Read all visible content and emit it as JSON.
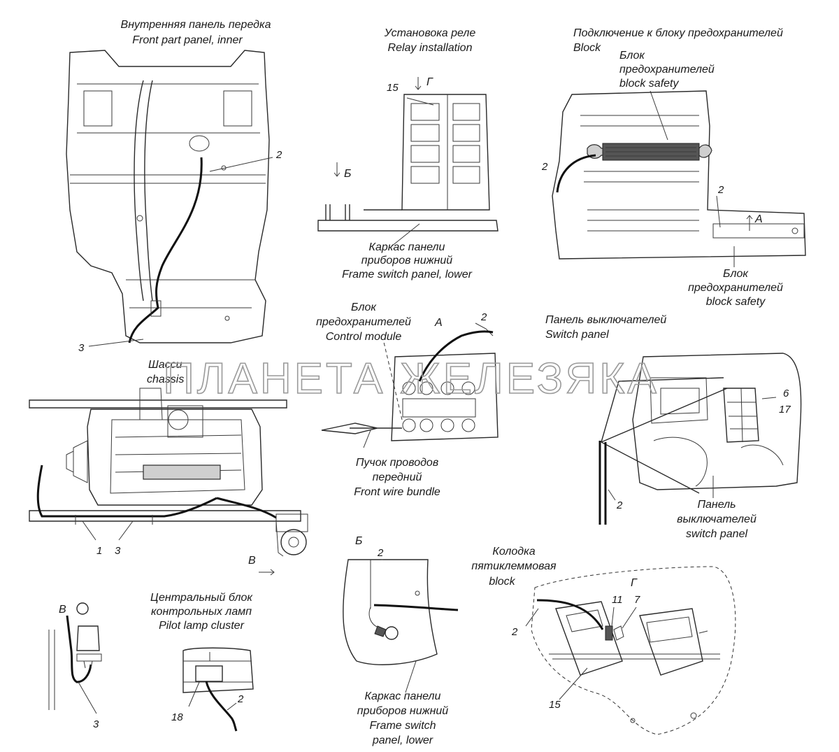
{
  "views": {
    "front_panel": {
      "title_ru": "Внутренняя панель передка",
      "title_en": "Front part panel, inner"
    },
    "relay": {
      "title_ru": "Установока реле",
      "title_en": "Relay installation"
    },
    "fuse_block": {
      "title_ru": "Подключение к блоку предохранителей",
      "title_en": "Block"
    },
    "chassis": {
      "title_ru": "Шасси",
      "title_en": "chassis"
    },
    "pilot_lamp": {
      "title_ru": "Центральный блок",
      "title_ru2": "контрольных ламп",
      "title_en": "Pilot lamp cluster"
    },
    "switch_panel": {
      "title_ru": "Панель выключателей",
      "title_en": "Switch panel"
    },
    "five_pin": {
      "title_ru": "Колодка",
      "title_ru2": "пятиклеммовая",
      "title_en": "block"
    }
  },
  "labels": {
    "fuse_block_top": [
      "Блок",
      "предохранителей",
      "block safety"
    ],
    "fuse_block_bottom": [
      "Блок",
      "предохранителей",
      "block safety"
    ],
    "frame_lower_relay": [
      "Каркас панели",
      "приборов нижний",
      "Frame switch panel, lower"
    ],
    "control_module": [
      "Блок",
      "предохранителей",
      "Control module"
    ],
    "front_bundle": [
      "Пучок проводов",
      "передний",
      "Front wire bundle"
    ],
    "switch_panel_lower": [
      "Панель",
      "выключателей",
      "switch panel"
    ],
    "frame_lower_b": [
      "Каркас панели",
      "приборов нижний",
      "Frame switch",
      "panel, lower"
    ]
  },
  "view_letters": {
    "A1": "А",
    "A2": "А",
    "B1": "Б",
    "B2": "Б",
    "V1": "В",
    "V2": "В",
    "G1": "Г",
    "G2": "Г"
  },
  "callouts": {
    "n2_front": "2",
    "n3_front": "3",
    "n15_relay": "15",
    "n2_fuse": "2",
    "n2_fuse_b": "2",
    "n2_ctrl": "2",
    "n6": "6",
    "n17": "17",
    "n2_switch": "2",
    "n1": "1",
    "n3_chassis": "3",
    "n2_b": "2",
    "n3_v": "3",
    "n18": "18",
    "n2_pilot": "2",
    "n11": "11",
    "n7": "7",
    "n2_five": "2",
    "n15_five": "15"
  },
  "watermark": "ПЛАНЕТА ЖЕЛЕЗЯКА"
}
